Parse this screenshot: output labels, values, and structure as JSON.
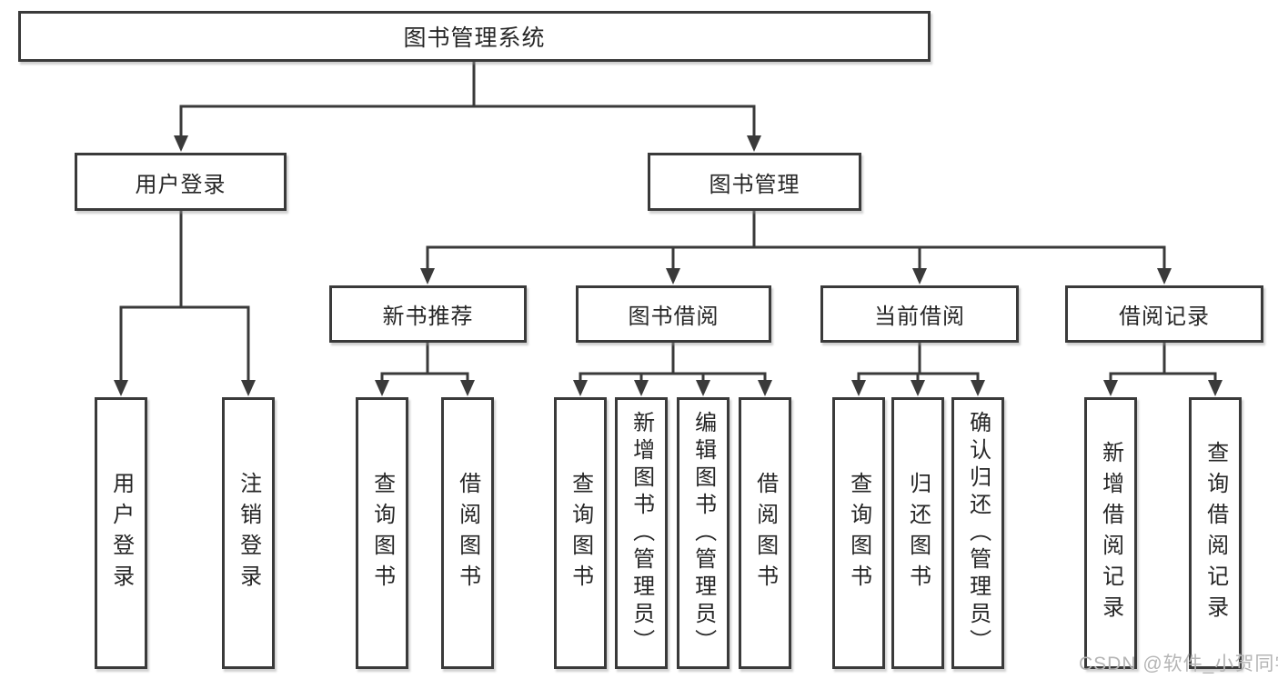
{
  "page": {
    "background": "#ffffff"
  },
  "colors": {
    "line": "#3a3a3a",
    "box_border": "#3a3a3a",
    "box_fill": "#ffffff",
    "text": "#262626",
    "watermark_text": "#b5b5b5"
  },
  "tree": {
    "root": {
      "label": "图书管理系统"
    },
    "branches": [
      {
        "label": "用户登录",
        "children": [
          {
            "label": "用户登录"
          },
          {
            "label": "注销登录"
          }
        ]
      },
      {
        "label": "图书管理",
        "children": [
          {
            "label": "新书推荐",
            "children": [
              {
                "label": "查询图书"
              },
              {
                "label": "借阅图书"
              }
            ]
          },
          {
            "label": "图书借阅",
            "children": [
              {
                "label": "查询图书"
              },
              {
                "label": "新增图书（管理员）"
              },
              {
                "label": "编辑图书（管理员）"
              },
              {
                "label": "借阅图书"
              }
            ]
          },
          {
            "label": "当前借阅",
            "children": [
              {
                "label": "查询图书"
              },
              {
                "label": "归还图书"
              },
              {
                "label": "确认归还（管理员）"
              }
            ]
          },
          {
            "label": "借阅记录",
            "children": [
              {
                "label": "新增借阅记录"
              },
              {
                "label": "查询借阅记录"
              }
            ]
          }
        ]
      }
    ]
  },
  "watermark": {
    "text": "CSDN @软件_小贺同学"
  }
}
